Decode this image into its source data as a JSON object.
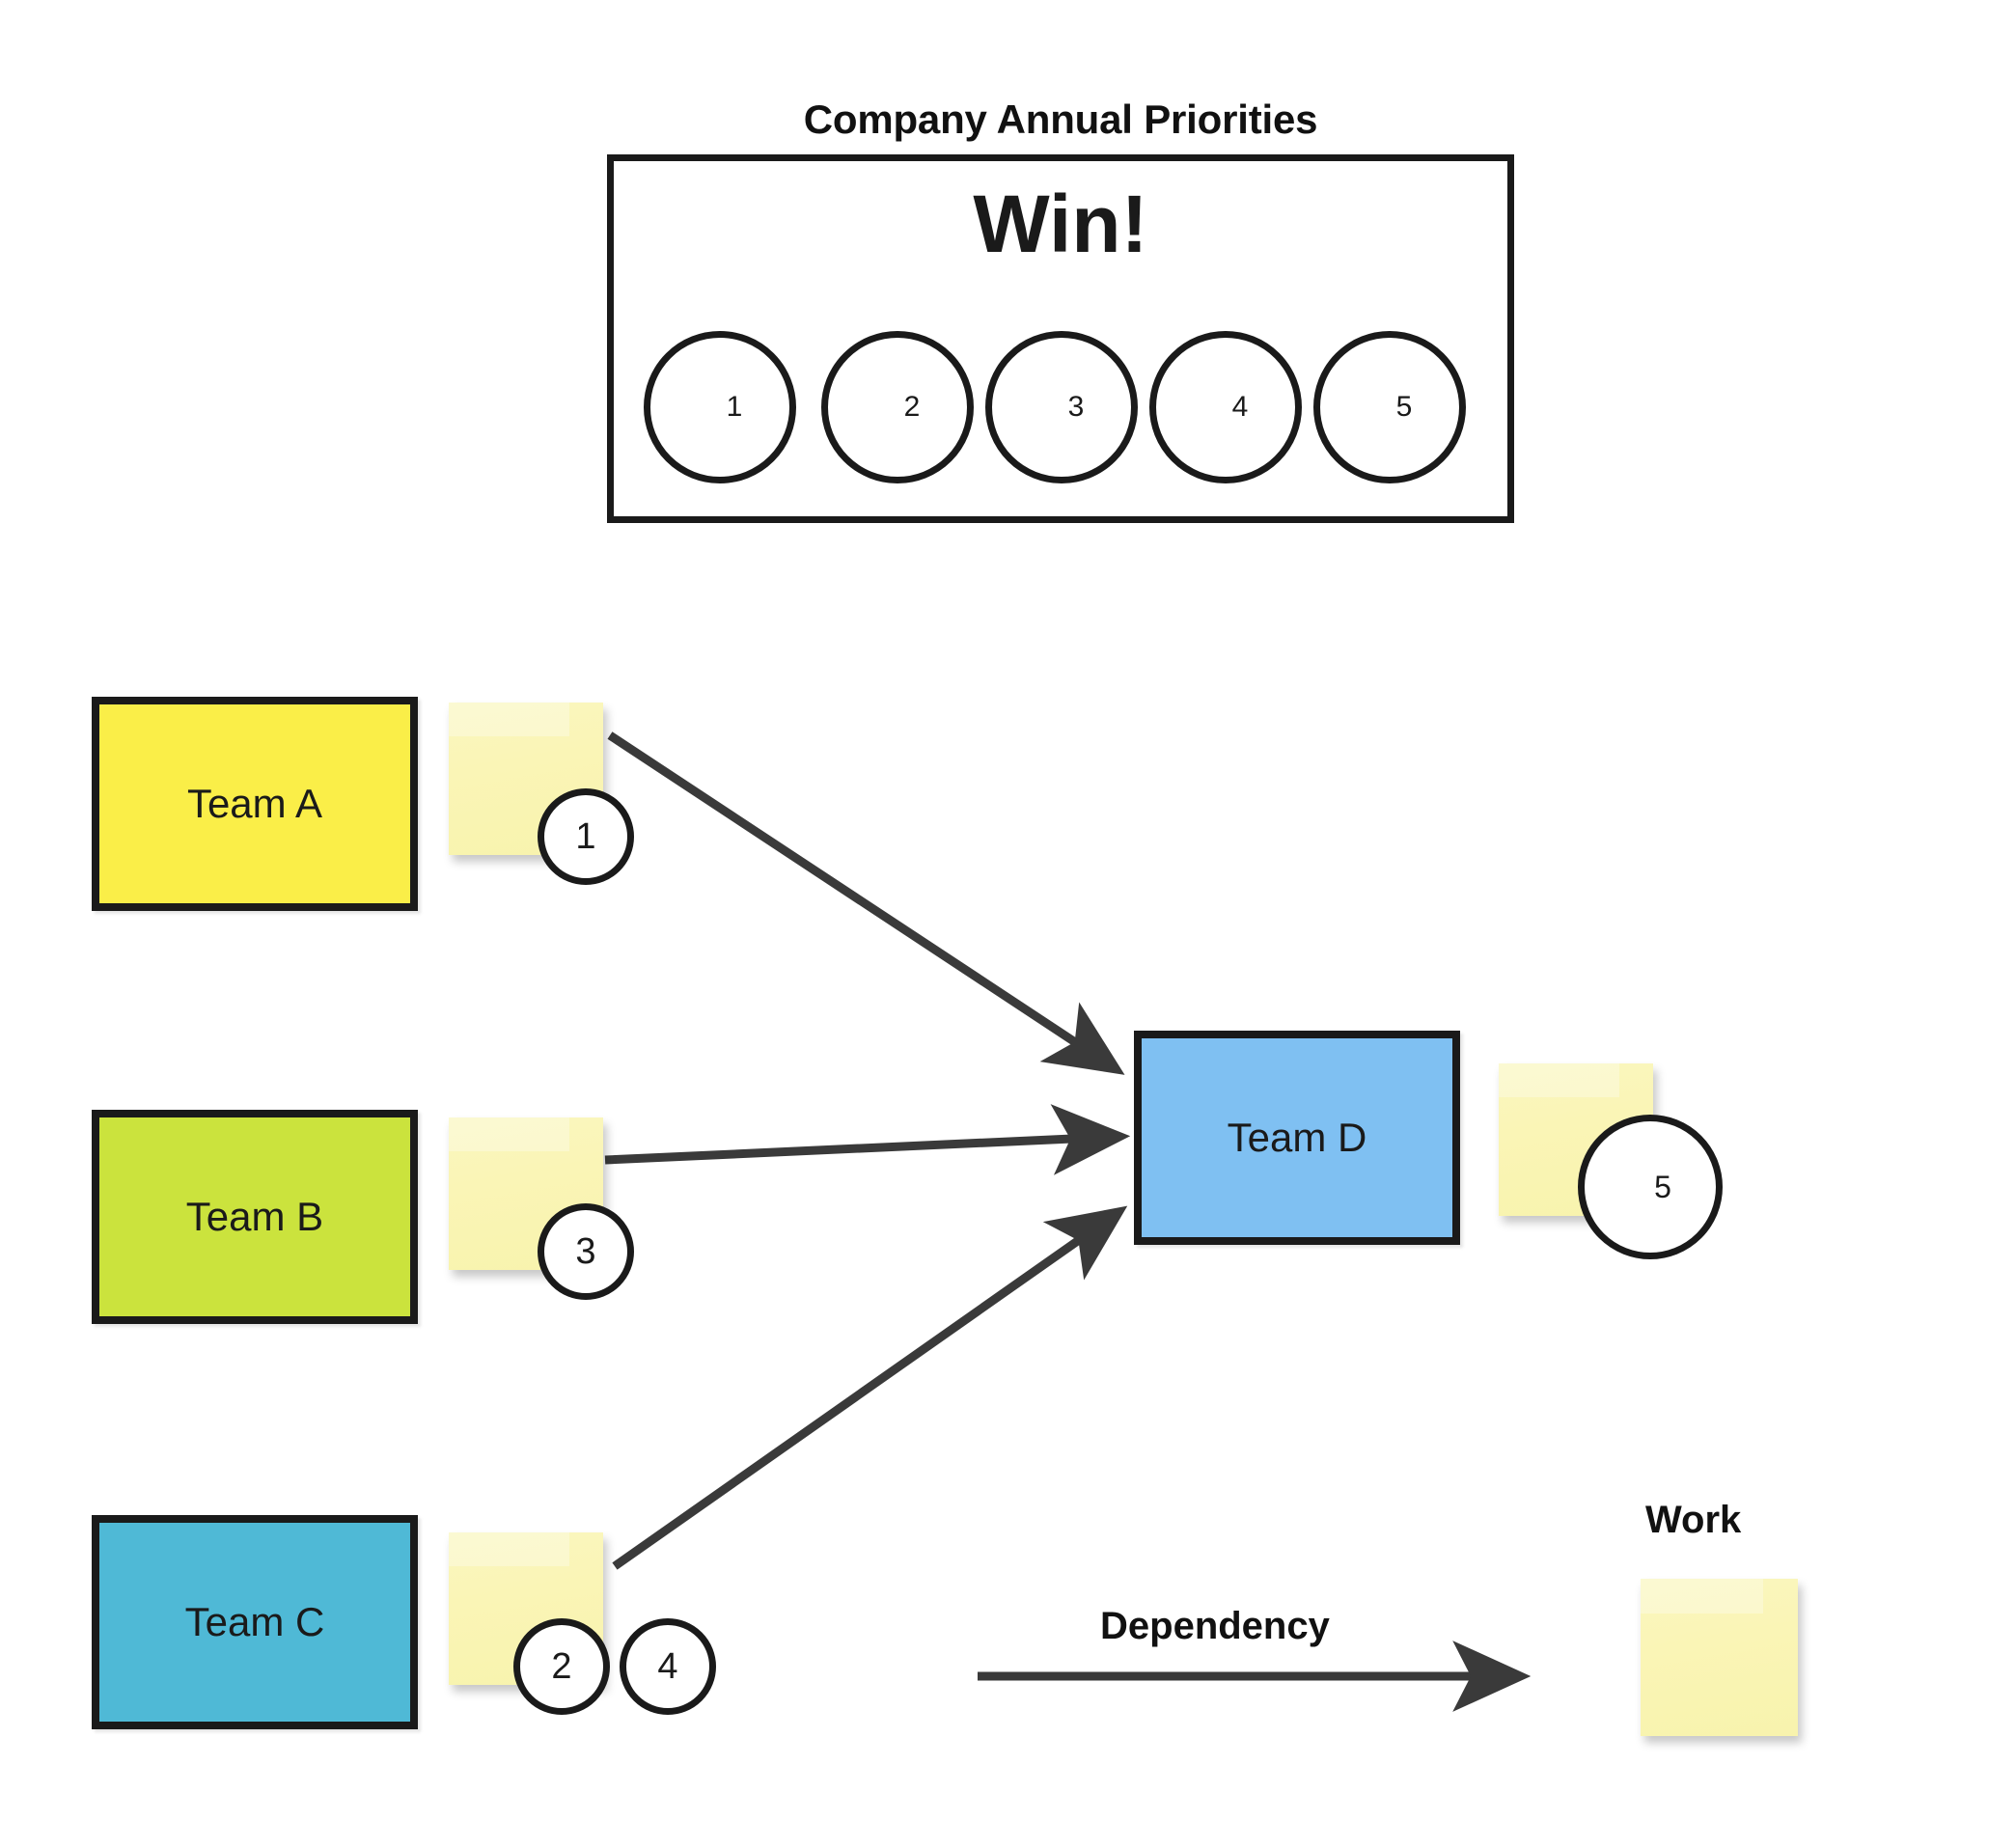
{
  "priorities": {
    "title": "Company Annual Priorities",
    "headline": "Win!",
    "circles": [
      {
        "label": "1"
      },
      {
        "label": "2"
      },
      {
        "label": "3"
      },
      {
        "label": "4"
      },
      {
        "label": "5"
      }
    ]
  },
  "teams": [
    {
      "id": "a",
      "label": "Team A",
      "color": "#FAEE48",
      "work_items": [
        "1"
      ]
    },
    {
      "id": "b",
      "label": "Team B",
      "color": "#CBE33D",
      "work_items": [
        "3"
      ]
    },
    {
      "id": "c",
      "label": "Team C",
      "color": "#4FB9D6",
      "work_items": [
        "2",
        "4"
      ]
    },
    {
      "id": "d",
      "label": "Team D",
      "color": "#7FC0F2",
      "work_items": [
        "5"
      ]
    }
  ],
  "work_circles": {
    "team_a_1": "1",
    "team_b_3": "3",
    "team_c_2": "2",
    "team_c_4": "4",
    "team_d_5": "5"
  },
  "dependencies": [
    {
      "from": "Team A",
      "to": "Team D"
    },
    {
      "from": "Team B",
      "to": "Team D"
    },
    {
      "from": "Team C",
      "to": "Team D"
    }
  ],
  "legend": {
    "dependency_label": "Dependency",
    "work_label": "Work"
  },
  "colors": {
    "stroke": "#1a1a1a",
    "arrow": "#3a3a3a",
    "sticky": "#FAF5B6",
    "background": "#ffffff"
  }
}
